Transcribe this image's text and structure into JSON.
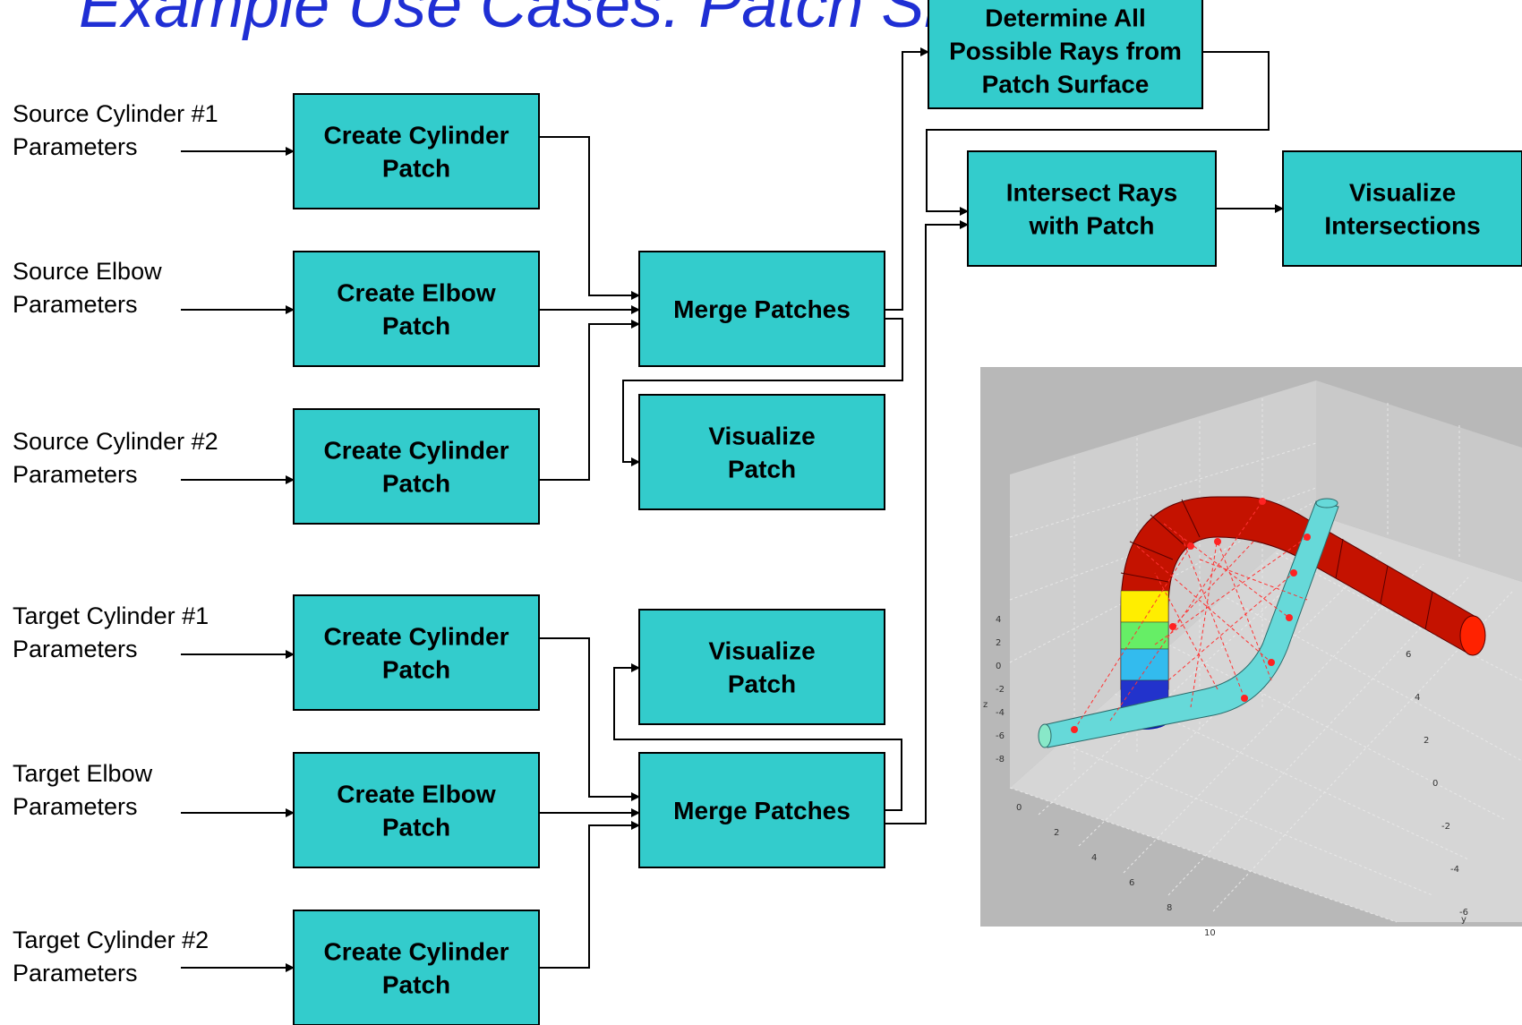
{
  "title": "Example Use Cases: Patch Shapes",
  "inputs": {
    "src_cyl1": [
      "Source Cylinder #1",
      "Parameters"
    ],
    "src_elbow": [
      "Source Elbow",
      "Parameters"
    ],
    "src_cyl2": [
      "Source Cylinder #2",
      "Parameters"
    ],
    "tgt_cyl1": [
      "Target Cylinder #1",
      "Parameters"
    ],
    "tgt_elbow": [
      "Target Elbow",
      "Parameters"
    ],
    "tgt_cyl2": [
      "Target Cylinder #2",
      "Parameters"
    ]
  },
  "boxes": {
    "create_src_cyl1": [
      "Create Cylinder",
      "Patch"
    ],
    "create_src_elbow": [
      "Create Elbow",
      "Patch"
    ],
    "create_src_cyl2": [
      "Create Cylinder",
      "Patch"
    ],
    "create_tgt_cyl1": [
      "Create Cylinder",
      "Patch"
    ],
    "create_tgt_elbow": [
      "Create Elbow",
      "Patch"
    ],
    "create_tgt_cyl2": [
      "Create Cylinder",
      "Patch"
    ],
    "merge_src": [
      "Merge Patches"
    ],
    "merge_tgt": [
      "Merge Patches"
    ],
    "visualize_src": [
      "Visualize",
      "Patch"
    ],
    "visualize_tgt": [
      "Visualize",
      "Patch"
    ],
    "determine_rays": [
      "Determine All",
      "Possible Rays from",
      "Patch Surface"
    ],
    "intersect": [
      "Intersect Rays",
      "with Patch"
    ],
    "visualize_intersections": [
      "Visualize",
      "Intersections"
    ]
  },
  "plot": {
    "z_ticks": [
      "4",
      "2",
      "0",
      "-2",
      "-4",
      "-6",
      "-8"
    ],
    "x_ticks": [
      "0",
      "2",
      "4",
      "6",
      "8",
      "10"
    ],
    "y_ticks": [
      "-6",
      "-4",
      "-2",
      "0",
      "2",
      "4",
      "6"
    ],
    "z_label": "z",
    "y_label": "y"
  },
  "colors": {
    "box_fill": "#33cccc",
    "title": "#1f2fd4",
    "pipe_red": "#cc1100",
    "pipe_cyan": "#66d9d9",
    "rays": "#ff3333"
  }
}
